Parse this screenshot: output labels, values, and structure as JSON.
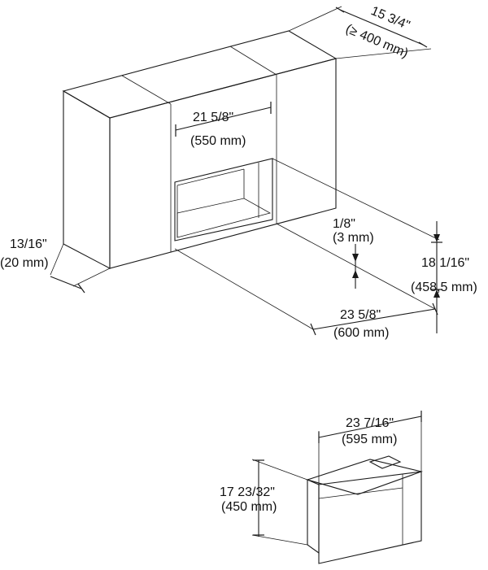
{
  "dimensions": {
    "depth_in": "15 3/4\"",
    "depth_mm": "(≥ 400 mm)",
    "niche_width_in": "21 5/8\"",
    "niche_width_mm": "(550 mm)",
    "gap_in": "1/8\"",
    "gap_mm": "(3 mm)",
    "niche_height_in": "18 1/16\"",
    "niche_height_mm": "(458,5 mm)",
    "panel_thickness_in": "13/16\"",
    "panel_thickness_mm": "(20 mm)",
    "cabinet_width_in": "23 5/8\"",
    "cabinet_width_mm": "(600 mm)",
    "appliance_width_in": "23 7/16\"",
    "appliance_width_mm": "(595 mm)",
    "appliance_height_in": "17 23/32\"",
    "appliance_height_mm": "(450 mm)"
  },
  "colors": {
    "cabinet_front": "#cbcbcb",
    "cabinet_side": "#bdbdbd",
    "cabinet_top": "#d6d6d6",
    "niche_inner": "#a9a9a9",
    "niche_floor": "#bcbcbc",
    "appliance_front": "#c9c9c9",
    "line": "#1a1a1a"
  }
}
